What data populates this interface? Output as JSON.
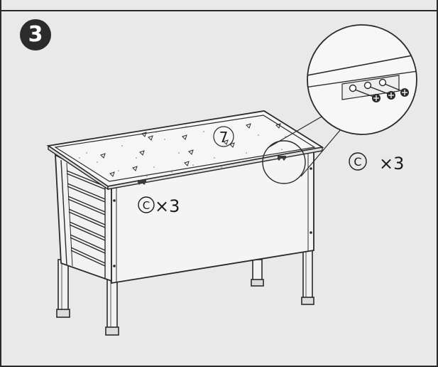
{
  "step": {
    "number": "3"
  },
  "callouts": {
    "front_qty_letter": "C",
    "front_qty_text": "×3",
    "right_qty_letter": "C",
    "right_qty_text": "×3",
    "panel_number": "7"
  }
}
